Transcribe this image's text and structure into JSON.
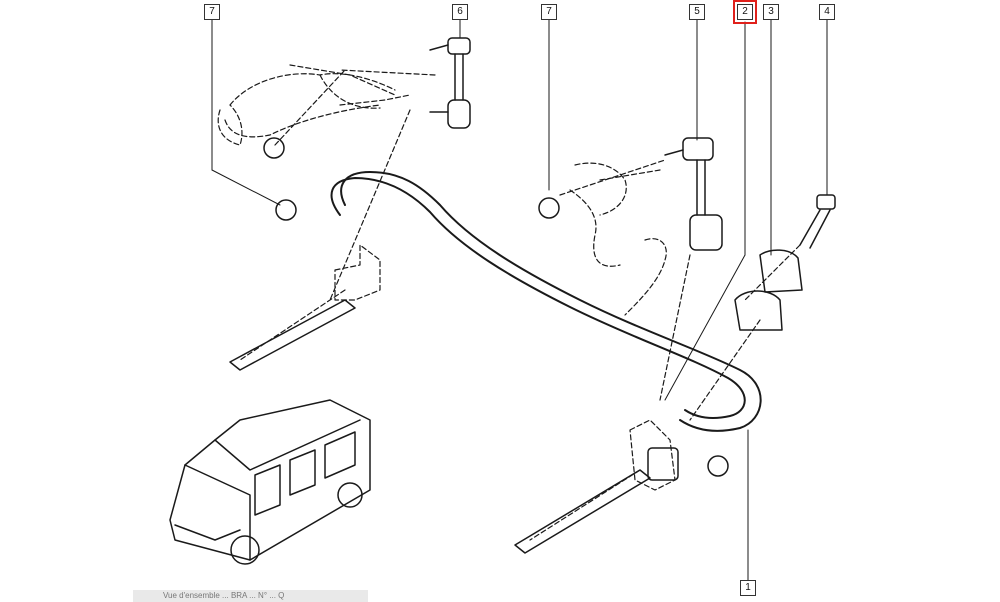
{
  "callouts": [
    {
      "id": "c7a",
      "label": "7"
    },
    {
      "id": "c6",
      "label": "6"
    },
    {
      "id": "c7b",
      "label": "7"
    },
    {
      "id": "c5",
      "label": "5"
    },
    {
      "id": "c2",
      "label": "2",
      "highlighted": true
    },
    {
      "id": "c3",
      "label": "3"
    },
    {
      "id": "c4",
      "label": "4"
    },
    {
      "id": "c1",
      "label": "1"
    }
  ],
  "caption": "Vue d'ensemble ... BRA ... N° ... Q",
  "colors": {
    "line": "#1a1a1a",
    "highlight": "#e0201b",
    "caption_bg": "#e9e9e9"
  }
}
